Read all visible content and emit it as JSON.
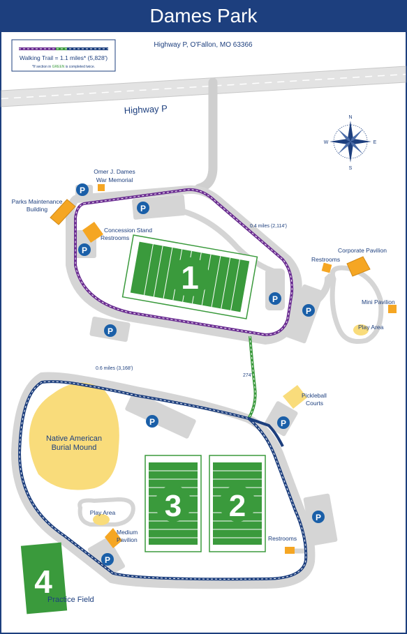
{
  "header": {
    "title": "Dames Park"
  },
  "address": "Highway P, O'Fallon, MO 63366",
  "legend": {
    "trail_label": "Walking Trail = 1.1 miles* (5,828')",
    "note_prefix": "*If section in ",
    "note_green": "GREEN",
    "note_suffix": " is completed twice."
  },
  "roads": {
    "highway": "Highway P"
  },
  "labels": {
    "memorial_line1": "Omer J. Dames",
    "memorial_line2": "War Memorial",
    "maintenance_line1": "Parks Maintenance",
    "maintenance_line2": "Building",
    "concession": "Concession Stand",
    "restrooms_concession": "Restrooms",
    "restrooms_east": "Restrooms",
    "corporate_pavilion": "Corporate Pavilion",
    "mini_pavilion": "Mini Pavilion",
    "play_area_east": "Play Area",
    "pickleball_line1": "Pickleball",
    "pickleball_line2": "Courts",
    "burial_line1": "Native American",
    "burial_line2": "Burial Mound",
    "play_area_west": "Play Area",
    "medium_line1": "Medium",
    "medium_line2": "Pavilion",
    "restrooms_south": "Restrooms",
    "practice_field": "Practice Field"
  },
  "distances": {
    "upper_loop": "0.4 miles (2,114')",
    "lower_loop": "0.6 miles (3,168')",
    "connector": "274'"
  },
  "fields": {
    "one": "1",
    "two": "2",
    "three": "3",
    "four": "4"
  },
  "parking": {
    "symbol": "P"
  },
  "compass": {
    "n": "N",
    "s": "S",
    "w": "W",
    "e": "E"
  },
  "colors": {
    "navy": "#1d3f7e",
    "trail_purple": "#6a2c91",
    "trail_green": "#3a9a3c",
    "trail_blue": "#1d3f7e",
    "field_green": "#3a9a3c",
    "building_orange": "#f5a623",
    "mound_yellow": "#f9dc7b",
    "road_gray": "#d9d9d9",
    "parking_blue": "#1a5fa8"
  }
}
